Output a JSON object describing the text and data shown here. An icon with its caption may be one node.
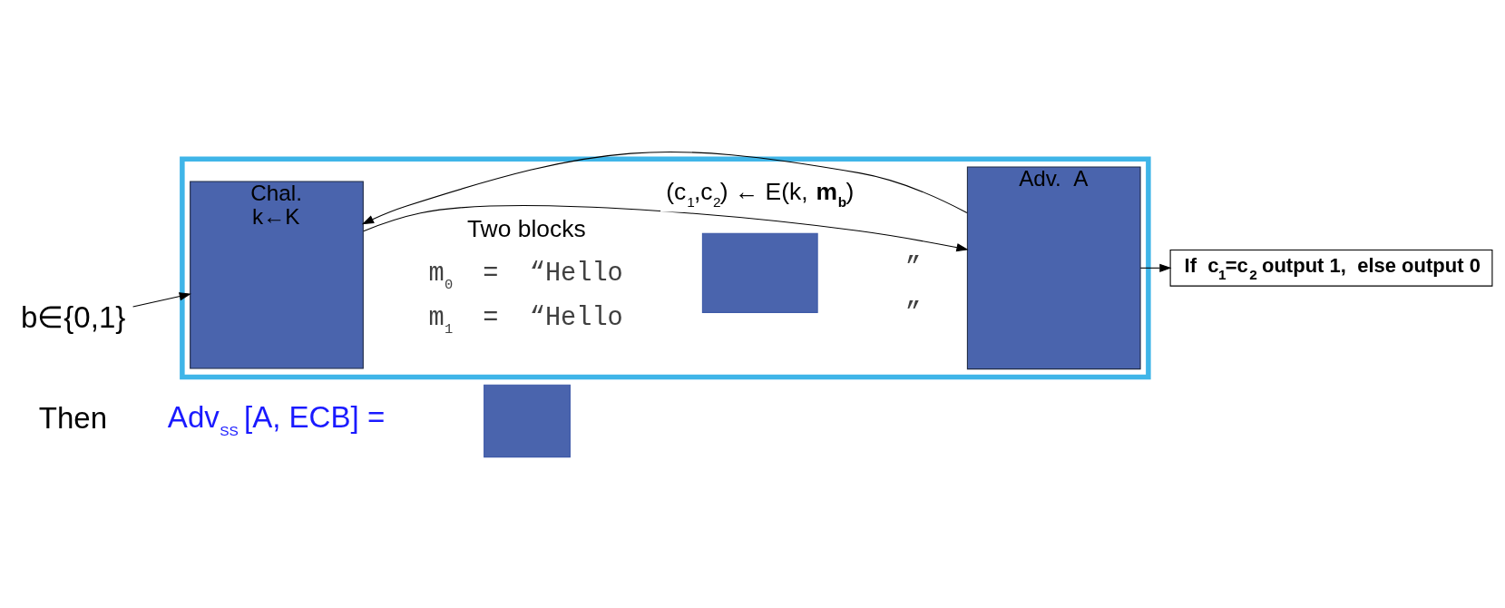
{
  "diagram": {
    "nodes": [
      {
        "text": [],
        "shape": "box"
      },
      {
        "text": [
          "Chal.",
          "k←K"
        ],
        "in": 0
      },
      {
        "text": [
          "Adv.  A"
        ],
        "in": 0
      },
      {
        "text": [
          "b∈{0,1}"
        ]
      },
      {
        "text": [
          "**If  c$_{1}$=c$_{2}$ output 1,  else output 0**"
        ]
      },
      {
        "text": [],
        "shape": "box",
        "in": 0
      },
      {
        "text": [],
        "shape": "box"
      }
    ],
    "edges": [
      {
        "from": 3,
        "to": 1,
        "arrow": "to"
      },
      {
        "from": 2,
        "to": 1,
        "arrow": "to"
      },
      {
        "from": 1,
        "to": 2,
        "arrow": "to",
        "label": "(c$_{1}$,c$_{2}$) ← E(k, **m$_{b}$**)"
      },
      {
        "from": 2,
        "to": 4,
        "arrow": "to"
      }
    ],
    "labels": [
      "Two blocks",
      "m$_{0}$  =  “Hello",
      "”",
      "m$_{1}$  =  “Hello",
      "”",
      "Then",
      "Adv$_{SS}$ [A, ECB] ="
    ]
  }
}
